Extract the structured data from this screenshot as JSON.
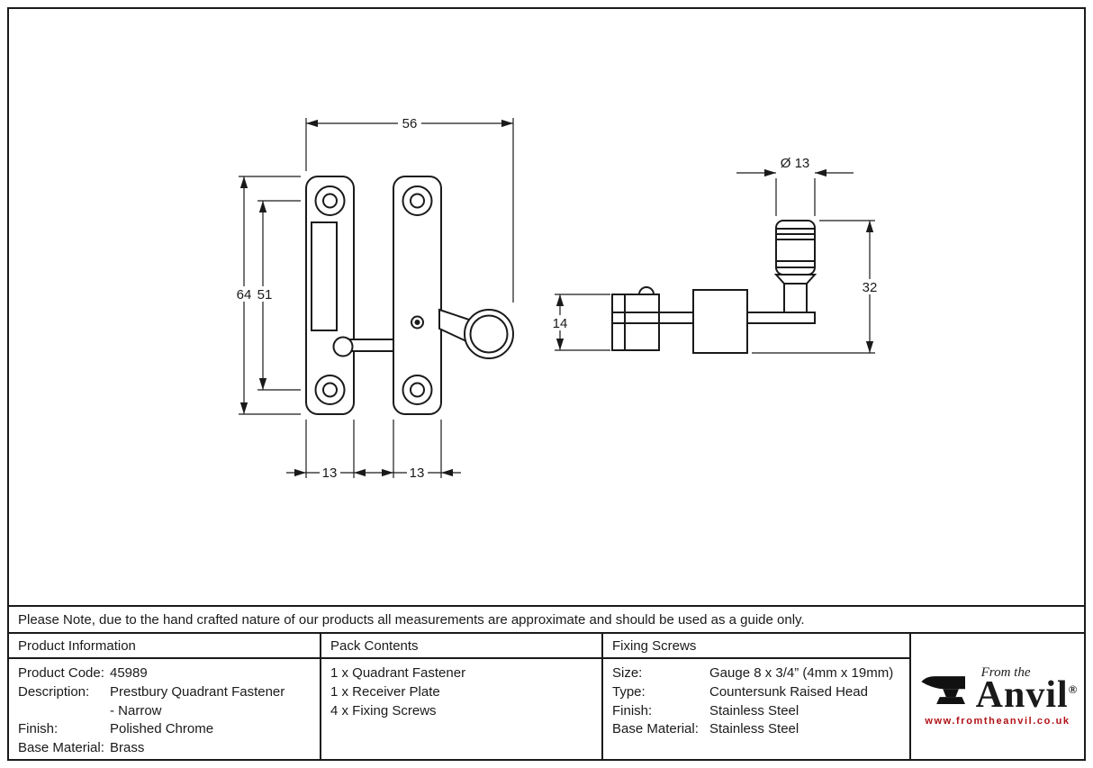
{
  "note": "Please Note, due to the hand crafted nature of our products all measurements are approximate and should be used as a guide only.",
  "drawing": {
    "overall_width": "56",
    "overall_height": "64",
    "hole_spacing": "51",
    "plate_width_left": "13",
    "plate_width_right": "13",
    "knob_diameter": "Ø 13",
    "side_height": "32",
    "side_depth": "14"
  },
  "product_info": {
    "header": "Product Information",
    "rows": [
      {
        "label": "Product Code:",
        "value": "45989"
      },
      {
        "label": "Description:",
        "value": "Prestbury Quadrant Fastener"
      },
      {
        "label": "",
        "value": "- Narrow"
      },
      {
        "label": "Finish:",
        "value": "Polished Chrome"
      },
      {
        "label": "Base Material:",
        "value": "Brass"
      }
    ]
  },
  "pack_contents": {
    "header": "Pack Contents",
    "items": [
      "1 x Quadrant Fastener",
      "1 x Receiver Plate",
      "4 x Fixing Screws"
    ]
  },
  "fixing_screws": {
    "header": "Fixing Screws",
    "rows": [
      {
        "label": "Size:",
        "value": "Gauge 8 x 3/4” (4mm x 19mm)"
      },
      {
        "label": "Type:",
        "value": "Countersunk Raised Head"
      },
      {
        "label": "Finish:",
        "value": "Stainless Steel"
      },
      {
        "label": "Base Material:",
        "value": "Stainless Steel"
      }
    ]
  },
  "logo": {
    "tagline": "From the",
    "name": "Anvil",
    "registered": "®",
    "url": "www.fromtheanvil.co.uk",
    "url_color": "#b01016"
  }
}
